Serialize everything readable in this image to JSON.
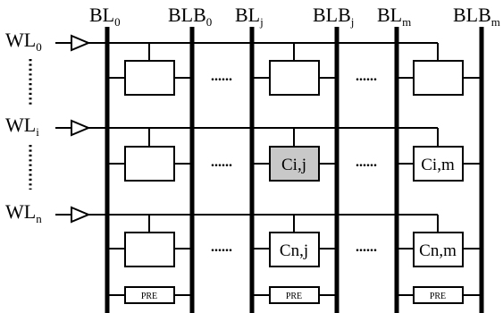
{
  "bitlines": [
    {
      "main": "BL",
      "sub": "0"
    },
    {
      "main": "BLB",
      "sub": "0"
    },
    {
      "main": "BL",
      "sub": "j"
    },
    {
      "main": "BLB",
      "sub": "j"
    },
    {
      "main": "BL",
      "sub": "m"
    },
    {
      "main": "BLB",
      "sub": "m"
    }
  ],
  "wordlines": [
    {
      "main": "WL",
      "sub": "0"
    },
    {
      "main": "WL",
      "sub": "i"
    },
    {
      "main": "WL",
      "sub": "n"
    }
  ],
  "cells": [
    [
      "",
      "",
      ""
    ],
    [
      "",
      "Ci,j",
      "Ci,m"
    ],
    [
      "",
      "Cn,j",
      "Cn,m"
    ]
  ],
  "highlight_cell": "Ci,j",
  "precharge_label": "PRE",
  "ellipsis": "......",
  "colors": {
    "line": "#000000",
    "highlight_fill": "#c8c8c8",
    "cell_fill": "#ffffff"
  }
}
